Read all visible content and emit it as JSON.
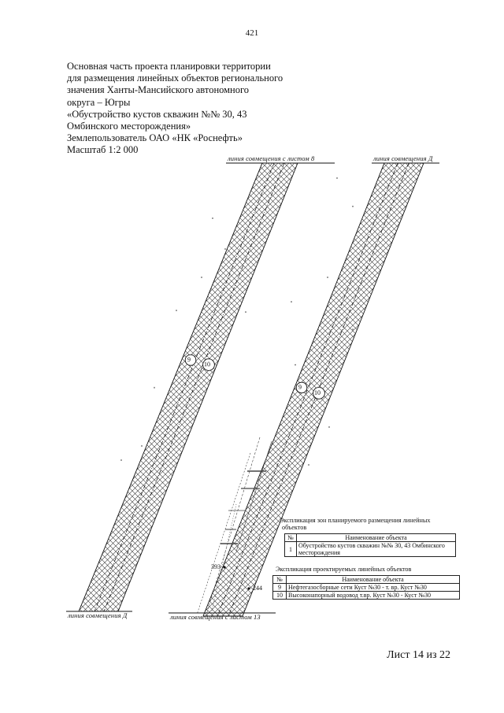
{
  "page_number": "421",
  "title_lines": [
    "Основная часть проекта планировки территории",
    "для размещения линейных объектов регионального",
    "значения Ханты-Мансийского автономного",
    "округа – Югры",
    "«Обустройство кустов скважин №№ 30, 43",
    "Омбинского месторождения»",
    "Землепользователь ОАО «НК «Роснефть»",
    "Масштаб 1:2 000"
  ],
  "match_lines": {
    "top_left": "линия совмещения с листом 8",
    "top_right": "линия совмещения Д",
    "bottom_left": "линия совмещения Д",
    "bottom_right": "линия совмещения с листом 13"
  },
  "markers": {
    "left_a": "9",
    "left_b": "10",
    "right_a": "9",
    "right_b": "10"
  },
  "points": {
    "p393": "393",
    "p244": "244"
  },
  "zones_legend": {
    "caption_line1": "Экспликация зон планируемого размещения линейных",
    "caption_line2": "объектов",
    "headers": [
      "№",
      "Наименование объекта"
    ],
    "rows": [
      {
        "num": "1",
        "name": "Обустройство кустов скважин №№ 30, 43 Омбинского месторождения"
      }
    ]
  },
  "objects_legend": {
    "caption": "Экспликация проектируемых линейных объектов",
    "headers": [
      "№",
      "Наименование объекта"
    ],
    "rows": [
      {
        "num": "9",
        "name": "Нефтегазосборные сети Куст №30 - т. вр. Куст №30"
      },
      {
        "num": "10",
        "name": "Высоконапорный водовод т.вр. Куст №30 - Куст №30"
      }
    ]
  },
  "sheet_label": "Лист 14 из 22",
  "colors": {
    "ink": "#111111",
    "hatch": "#333333",
    "paper": "#ffffff"
  }
}
